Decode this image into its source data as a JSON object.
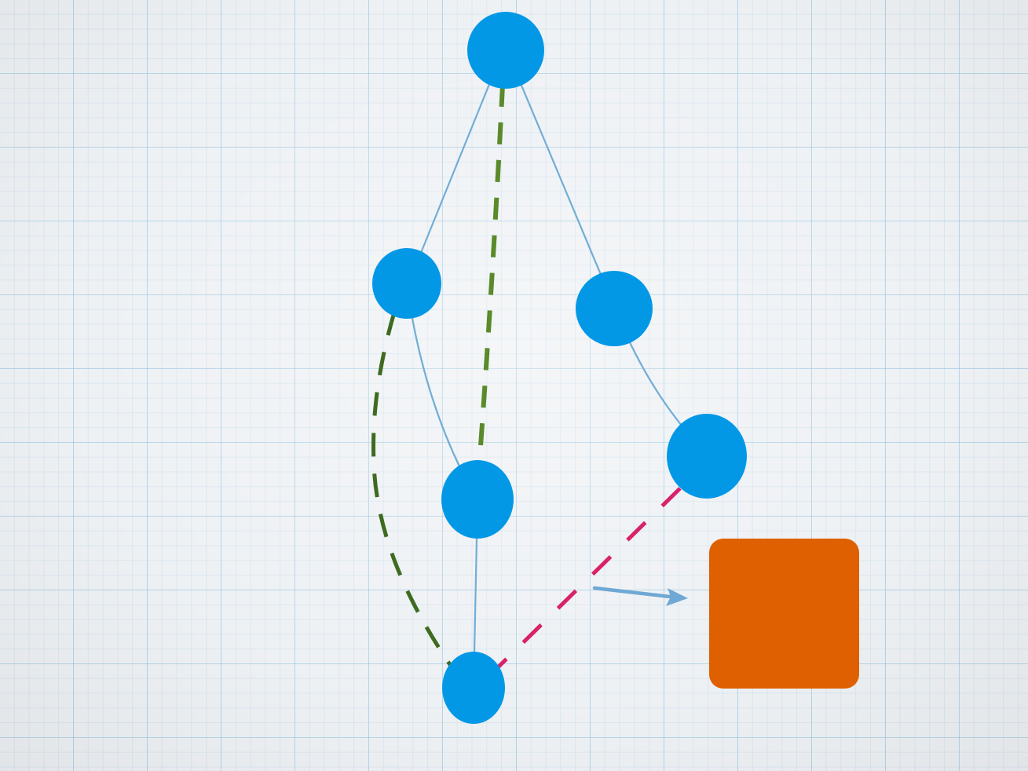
{
  "colors": {
    "node_fill": "#0398e6",
    "tree_edge": "#72add6",
    "dashed_green_light": "#5a8a2a",
    "dashed_green_dark": "#3e6b1f",
    "dashed_magenta": "#d8226a",
    "arrow": "#6fa8d4",
    "square_fill": "#df6000"
  },
  "nodes": [
    "root",
    "left-child",
    "right-child",
    "middle-node",
    "right-leaf",
    "bottom-node"
  ],
  "edges": {
    "tree": [
      [
        "root",
        "left-child"
      ],
      [
        "root",
        "right-child"
      ],
      [
        "left-child",
        "middle-node"
      ],
      [
        "right-child",
        "right-leaf"
      ],
      [
        "middle-node",
        "bottom-node"
      ]
    ],
    "dashed_green": [
      [
        "root",
        "middle-node"
      ],
      [
        "left-child",
        "bottom-node"
      ]
    ],
    "dashed_magenta": [
      [
        "right-leaf",
        "bottom-node"
      ]
    ]
  },
  "arrow_target": "orange-square"
}
